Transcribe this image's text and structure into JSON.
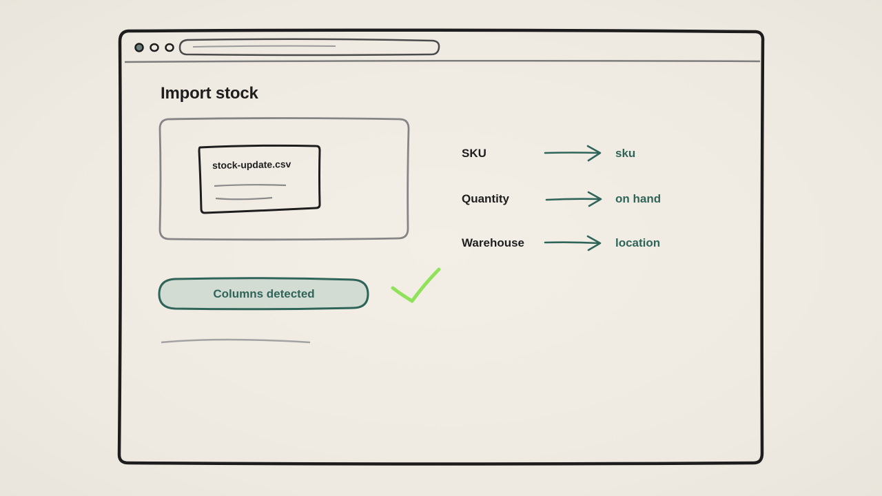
{
  "window": {
    "address_bar": ""
  },
  "page": {
    "title": "Import stock"
  },
  "upload": {
    "file_name": "stock-update.csv"
  },
  "status": {
    "label": "Columns detected"
  },
  "mapping": [
    {
      "source": "SKU",
      "target": "sku"
    },
    {
      "source": "Quantity",
      "target": "on hand"
    },
    {
      "source": "Warehouse",
      "target": "location"
    }
  ],
  "colors": {
    "ink": "#1d1d1d",
    "accent": "#2f6459",
    "check": "#8fe25a",
    "pill_fill": "#d3dcd3",
    "frame_grey": "#858585"
  },
  "icons": [
    "window-dot-icon",
    "arrow-right-icon",
    "checkmark-icon"
  ]
}
